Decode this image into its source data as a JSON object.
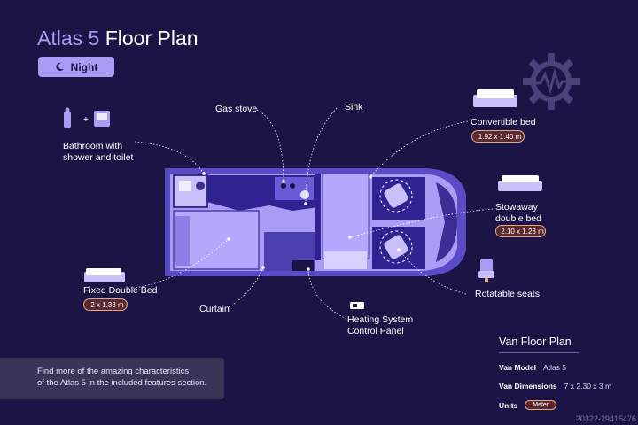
{
  "title": {
    "brand": "Atlas 5",
    "rest": "Floor Plan"
  },
  "mode_button": {
    "label": "Night",
    "icon": "moon-icon"
  },
  "labels": {
    "gas_stove": "Gas stove",
    "sink": "Sink",
    "bathroom_line1": "Bathroom with",
    "bathroom_line2": "shower and toilet",
    "convertible_bed": "Convertible bed",
    "convertible_bed_size": "1.92 x 1.40 m",
    "stowaway_line1": "Stowaway",
    "stowaway_line2": "double bed",
    "stowaway_size": "2.10 x 1.23 m",
    "fixed_bed": "Fixed Double Bed",
    "fixed_bed_size": "2 x 1.33 m",
    "curtain": "Curtain",
    "heating_line1": "Heating System",
    "heating_line2": "Control Panel",
    "rotatable_seats": "Rotatable seats"
  },
  "footnote": {
    "line1": "Find more of the amazing characteristics",
    "line2": "of the Atlas 5 in the included features section."
  },
  "spec": {
    "title": "Van Floor Plan",
    "model_label": "Van Model",
    "model_value": "Atlas 5",
    "dimensions_label": "Van Dimensions",
    "dimensions_value": "7 x 2.30 x 3 m",
    "units_label": "Units",
    "units_value": "Meter"
  },
  "watermark": "20322-29415476",
  "colors": {
    "background": "#1c1444",
    "van_fill": "#a99cf5",
    "van_dark": "#5a4cc7",
    "size_badge": "#5c2a2e"
  }
}
